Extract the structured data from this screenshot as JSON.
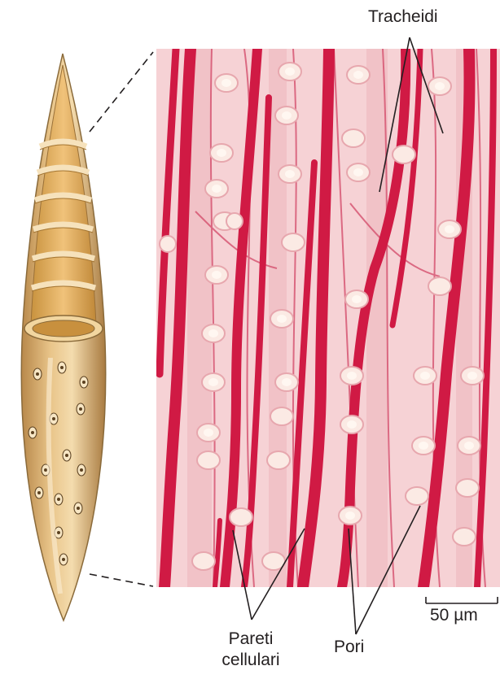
{
  "labels": {
    "tracheidi": "Tracheidi",
    "pareti_line1": "Pareti",
    "pareti_line2": "cellulari",
    "pori": "Pori",
    "scale_bar": "50 µm"
  },
  "colors": {
    "tracheid_fill": "#e8b870",
    "tracheid_outline": "#8a6a3a",
    "micrograph_background": "#f6d4d6",
    "cell_wall": "#d21842",
    "pit": "#fbe9e6",
    "leader_line": "#231f20"
  }
}
